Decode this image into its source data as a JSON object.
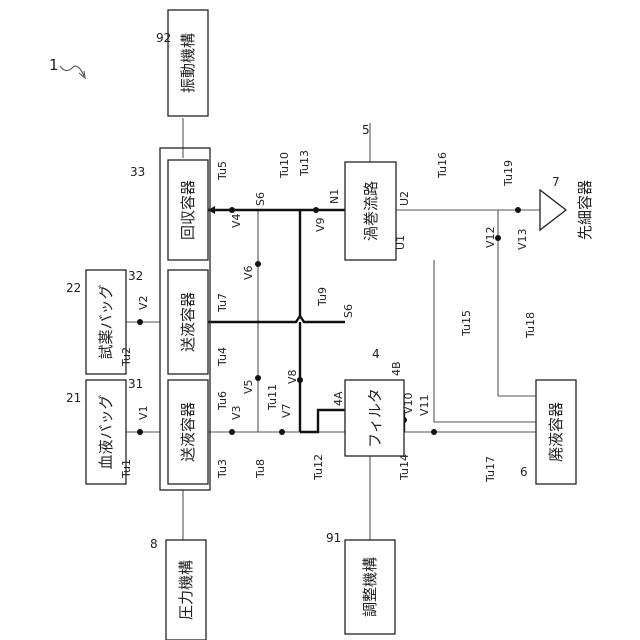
{
  "figure_number": "1",
  "boxes": {
    "blood_bag": {
      "ref": "21",
      "label": "血液バッグ"
    },
    "reagent_bag": {
      "ref": "22",
      "label": "試薬バッグ"
    },
    "vibration": {
      "ref": "92",
      "label": "振動機構"
    },
    "pressure": {
      "ref": "8",
      "label": "圧力機構"
    },
    "adjust": {
      "ref": "91",
      "label": "調整機構"
    },
    "feed1": {
      "ref": "31",
      "label": "送液容器"
    },
    "feed2": {
      "ref": "32",
      "label": "送液容器"
    },
    "recovery": {
      "ref": "33",
      "label": "回収容器"
    },
    "filter": {
      "ref": "4",
      "label": "フィルタ",
      "port_a": "4A",
      "port_b": "4B"
    },
    "vortex": {
      "ref": "5",
      "label": "渦巻流路",
      "port1": "U1",
      "port2": "U2",
      "node": "N1"
    },
    "waste": {
      "ref": "6",
      "label": "廃液容器"
    },
    "tip": {
      "ref": "7",
      "label": "先細容器"
    }
  },
  "tubes": [
    "Tu1",
    "Tu2",
    "Tu3",
    "Tu4",
    "Tu5",
    "Tu6",
    "Tu7",
    "Tu8",
    "Tu9",
    "Tu10",
    "Tu11",
    "Tu12",
    "Tu13",
    "Tu14",
    "Tu15",
    "Tu16",
    "Tu17",
    "Tu18",
    "Tu19"
  ],
  "valves": [
    "V1",
    "V2",
    "V3",
    "V4",
    "V5",
    "V6",
    "V7",
    "V8",
    "V9",
    "V10",
    "V11",
    "V12",
    "V13"
  ],
  "signal_labels": [
    "S6",
    "S6"
  ]
}
